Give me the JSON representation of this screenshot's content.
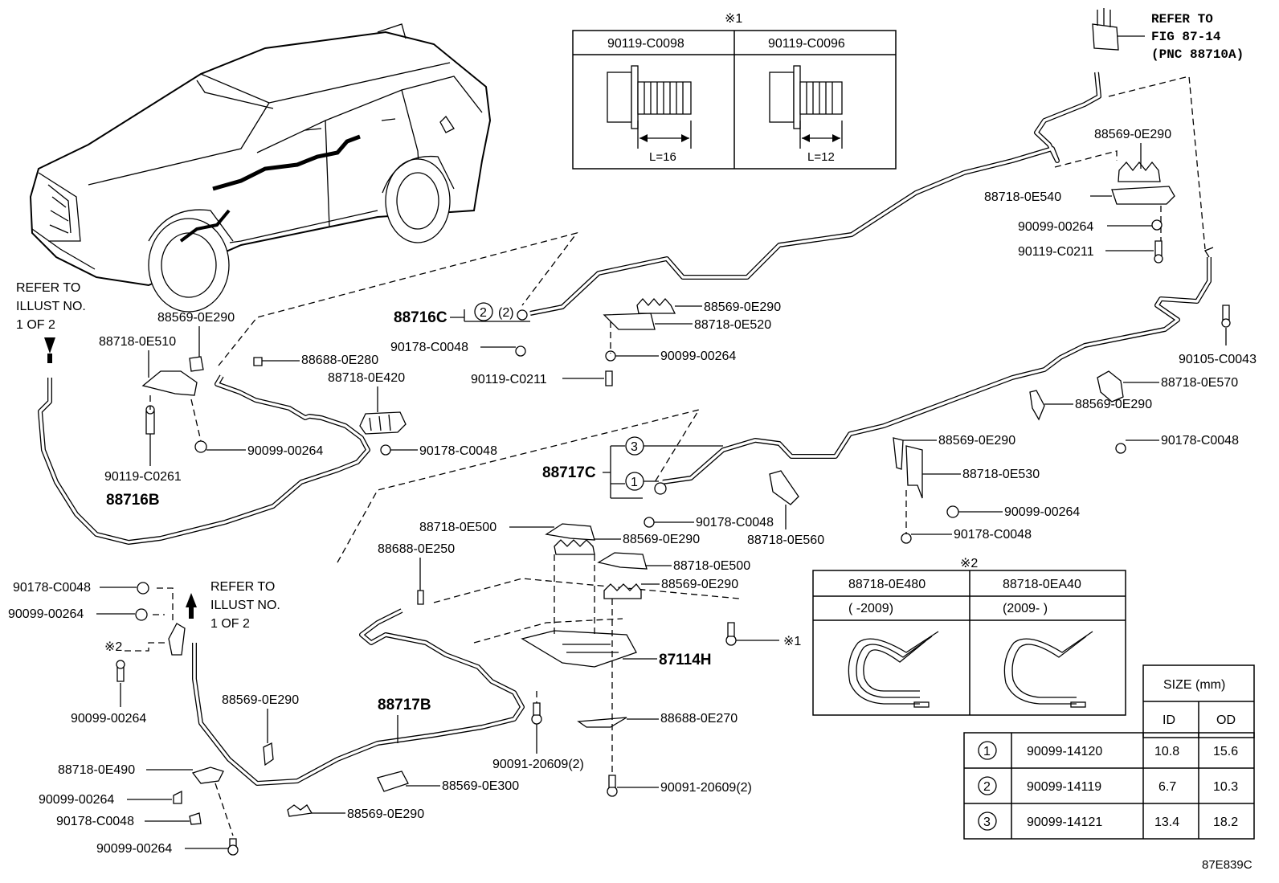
{
  "figure_code": "87E839C",
  "marks": {
    "note1": "※1",
    "note2": "※2"
  },
  "refer_fig": [
    "REFER TO",
    "FIG 87-14",
    "(PNC 88710A)"
  ],
  "refer_illust": [
    "REFER TO",
    "ILLUST NO.",
    "1 OF 2"
  ],
  "bolt_table": {
    "mark": "※1",
    "cols": [
      {
        "part": "90119-C0098",
        "length": "L=16"
      },
      {
        "part": "90119-C0096",
        "length": "L=12"
      }
    ]
  },
  "clamp_table": {
    "mark": "※2",
    "cols": [
      {
        "part": "88718-0E480",
        "period": "(      -2009)"
      },
      {
        "part": "88718-0EA40",
        "period": "(2009-      )"
      }
    ]
  },
  "size_table": {
    "header": "SIZE (mm)",
    "id_label": "ID",
    "od_label": "OD",
    "rows": [
      {
        "mark": "1",
        "part": "90099-14120",
        "id": "10.8",
        "od": "15.6"
      },
      {
        "mark": "2",
        "part": "90099-14119",
        "id": "6.7",
        "od": "10.3"
      },
      {
        "mark": "3",
        "part": "90099-14121",
        "id": "13.4",
        "od": "18.2"
      }
    ]
  },
  "assemblies": {
    "a88716C": "88716C",
    "a88716C_suffix": "(2)",
    "a88716B": "88716B",
    "a88717C": "88717C",
    "a88717B": "88717B",
    "a87114H": "87114H"
  },
  "callouts": {
    "c01": "88569-0E290",
    "c02": "88718-0E540",
    "c03": "90099-00264",
    "c04": "90119-C0211",
    "c05": "90105-C0043",
    "c06": "88718-0E570",
    "c07": "88569-0E290",
    "c08": "90178-C0048",
    "c09": "88569-0E290",
    "c10": "88718-0E530",
    "c11": "90099-00264",
    "c12": "90178-C0048",
    "c13": "88569-0E290",
    "c14": "88718-0E520",
    "c15": "90099-00264",
    "c16": "90119-C0211",
    "c17": "90178-C0048",
    "c18": "88569-0E290",
    "c19": "88718-0E510",
    "c20": "88688-0E280",
    "c21": "88718-0E420",
    "c22": "90099-00264",
    "c23": "90178-C0048",
    "c24": "90119-C0261",
    "c25": "90178-C0048",
    "c26": "88718-0E560",
    "c27": "88718-0E500",
    "c28": "88569-0E290",
    "c29": "88688-0E250",
    "c30": "88718-0E500",
    "c31": "88569-0E290",
    "c32": "88688-0E270",
    "c33": "90091-20609(2)",
    "c34": "90091-20609(2)",
    "c35": "90178-C0048",
    "c36": "90099-00264",
    "c37": "90099-00264",
    "c38": "88569-0E290",
    "c39": "88718-0E490",
    "c40": "90099-00264",
    "c41": "90178-C0048",
    "c42": "90099-00264",
    "c43": "88569-0E300",
    "c44": "88569-0E290"
  }
}
